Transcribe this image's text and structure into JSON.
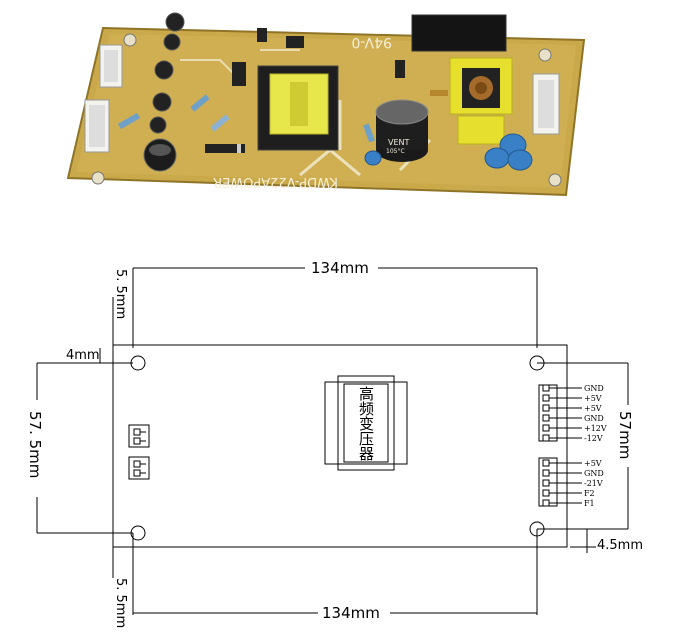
{
  "photo": {
    "board_marking": "KWDP-V22APOWER",
    "flammability_marking": "94V-0",
    "capacitor_brand": "VENT",
    "capacitor_rating": "105°C"
  },
  "drawing": {
    "width_top_label": "134mm",
    "width_bottom_label": "134mm",
    "offset_top_left_label": "5. 5mm",
    "offset_bottom_left_label": "5. 5mm",
    "hole_inset_label": "4mm",
    "left_height_label": "57. 5mm",
    "right_height_label": "57mm",
    "right_offset_label": "4.5mm",
    "transformer_label": "高频变压器",
    "connector_upper_pins": [
      "GND",
      "+5V",
      "+5V",
      "GND",
      "+12V",
      "-12V"
    ],
    "connector_lower_pins": [
      "+5V",
      "GND",
      "-21V",
      "F2",
      "F1"
    ]
  }
}
